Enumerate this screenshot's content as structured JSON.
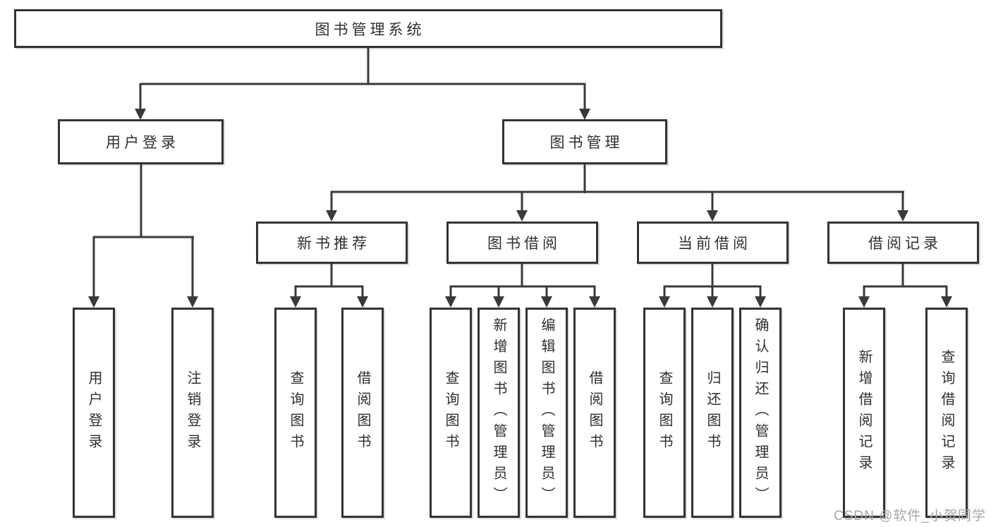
{
  "diagram": {
    "title": "图书管理系统",
    "type": "hierarchy-tree",
    "colors": {
      "line": "#3a3a3a",
      "border": "#333333",
      "text": "#2f2f2f",
      "background": "#ffffff",
      "watermark": "#a6a6a6"
    },
    "nodes": {
      "root": "图书管理系统",
      "l2": {
        "user_login": "用户登录",
        "book_mgmt": "图书管理"
      },
      "l3": {
        "new_book_recommend": "新书推荐",
        "book_borrowing": "图书借阅",
        "current_borrowing": "当前借阅",
        "borrowing_records": "借阅记录"
      },
      "l4": {
        "user_login": "用户登录",
        "logout": "注销登录",
        "query_book_a": "查询图书",
        "borrow_book_a": "借阅图书",
        "query_book_b": "查询图书",
        "add_book_admin": "新增图书（管理员）",
        "edit_book_admin": "编辑图书（管理员）",
        "borrow_book_b": "借阅图书",
        "query_book_c": "查询图书",
        "return_book": "归还图书",
        "confirm_return_admin": "确认归还（管理员）",
        "add_borrow_record": "新增借阅记录",
        "query_borrow_record": "查询借阅记录"
      }
    },
    "watermark": "CSDN @软件_小贺同学"
  }
}
